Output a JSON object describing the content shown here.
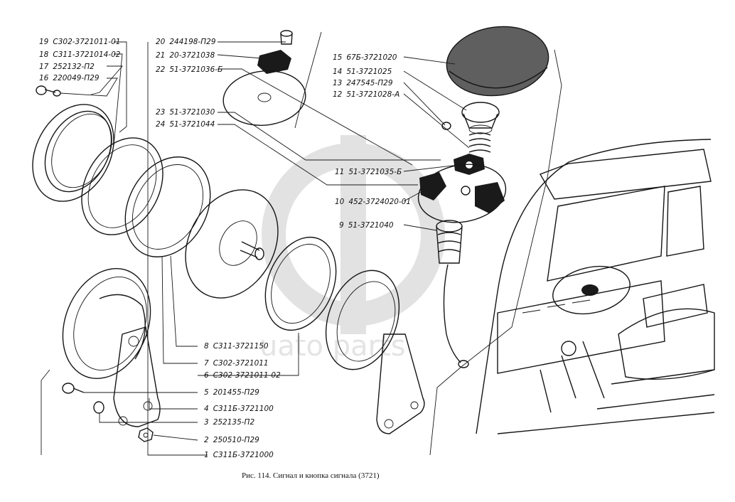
{
  "caption": "Рис. 114. Сигнал и кнопка сигнала (3721)",
  "watermark": "uato parts",
  "callouts": [
    {
      "num": "19",
      "code": "С302-3721011-01"
    },
    {
      "num": "18",
      "code": "С311-3721014-02"
    },
    {
      "num": "17",
      "code": "252132-П2"
    },
    {
      "num": "16",
      "code": "220049-П29"
    },
    {
      "num": "20",
      "code": "244198-П29"
    },
    {
      "num": "21",
      "code": "20-3721038"
    },
    {
      "num": "22",
      "code": "51-3721036-Б"
    },
    {
      "num": "23",
      "code": "51-3721030"
    },
    {
      "num": "24",
      "code": "51-3721044"
    },
    {
      "num": "15",
      "code": "67Б-3721020"
    },
    {
      "num": "14",
      "code": "51-3721025"
    },
    {
      "num": "13",
      "code": "247545-П29"
    },
    {
      "num": "12",
      "code": "51-3721028-А"
    },
    {
      "num": "11",
      "code": "51-3721035-Б"
    },
    {
      "num": "10",
      "code": "452-3724020-01"
    },
    {
      "num": "9",
      "code": "51-3721040"
    },
    {
      "num": "8",
      "code": "С311-3721150"
    },
    {
      "num": "7",
      "code": "С302-3721011"
    },
    {
      "num": "6",
      "code": "С302-3721011-02"
    },
    {
      "num": "5",
      "code": "201455-П29"
    },
    {
      "num": "4",
      "code": "С311Б-3721100"
    },
    {
      "num": "3",
      "code": "252135-П2"
    },
    {
      "num": "2",
      "code": "250510-П29"
    },
    {
      "num": "1",
      "code": "С311Б-3721000"
    }
  ]
}
